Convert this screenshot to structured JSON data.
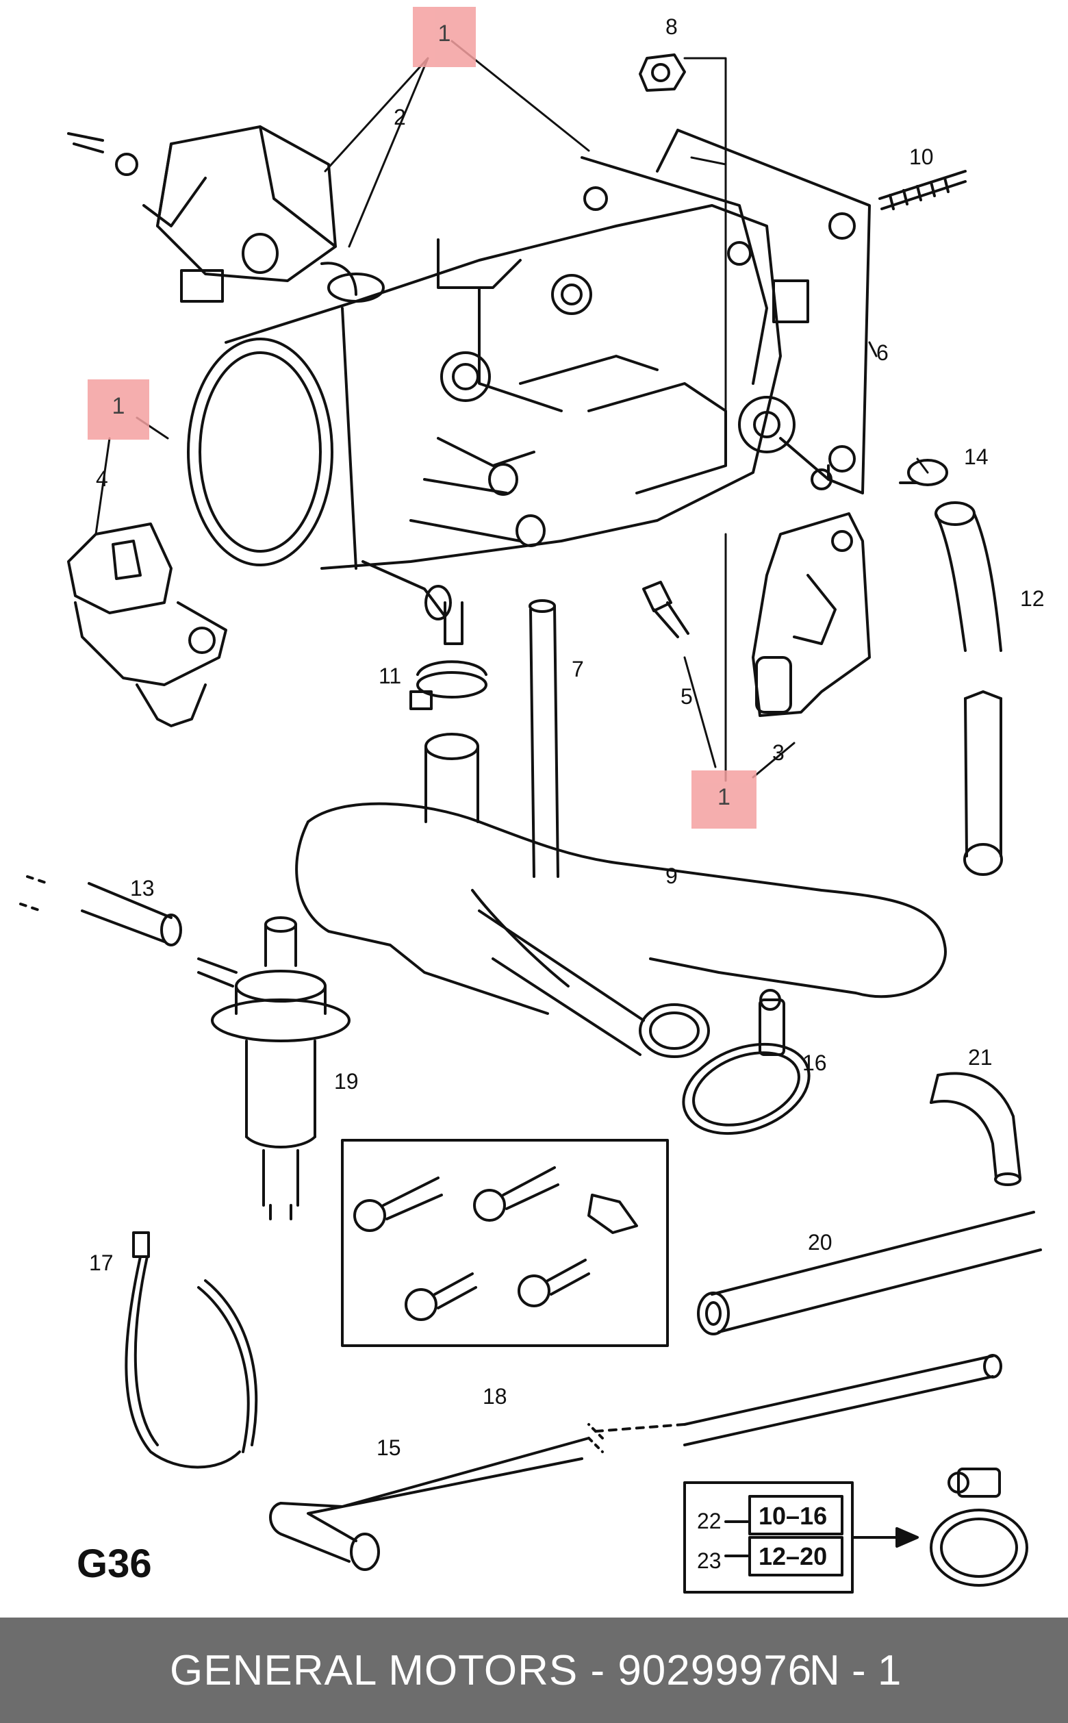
{
  "diagram_code": "G36",
  "footer": {
    "part_text": "GENERAL MOTORS - 90299976",
    "page_text": "N - 1"
  },
  "highlight_color": "#f4a0a0",
  "callouts": {
    "top": "1",
    "left": "1",
    "bottom": "1"
  },
  "part_labels": {
    "p2": "2",
    "p3": "3",
    "p4": "4",
    "p5": "5",
    "p6": "6",
    "p7": "7",
    "p8": "8",
    "p9": "9",
    "p10": "10",
    "p11": "11",
    "p12": "12",
    "p13": "13",
    "p14": "14",
    "p15": "15",
    "p16": "16",
    "p17": "17",
    "p18": "18",
    "p19": "19",
    "p20": "20",
    "p21": "21"
  },
  "clamp_sizes": {
    "row1": {
      "index": "22",
      "range": "10–16"
    },
    "row2": {
      "index": "23",
      "range": "12–20"
    }
  }
}
